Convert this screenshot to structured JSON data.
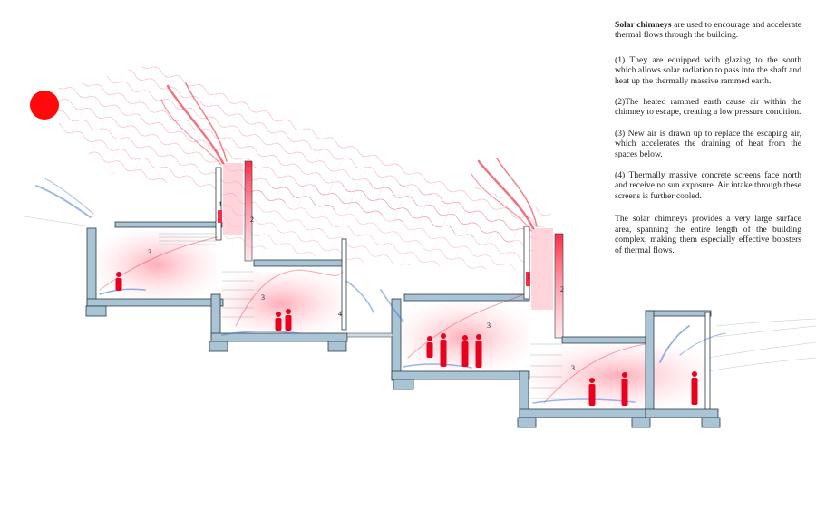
{
  "description": {
    "intro_title": "Solar chimneys",
    "intro_rest": " are used to encourage and accelerate thermal flows through the building.",
    "point1": "(1) They are equipped with glazing to the south which allows solar radiation to pass into the shaft and heat up the thermally massive rammed earth.",
    "point2": "(2)The heated rammed earth cause air within the chimney to escape, creating a low pressure condition.",
    "point3": "(3) New air is drawn up to replace the escaping air, which accelerates the draining of heat from the spaces below.",
    "point4": "(4) Thermally massive concrete screens face north and receive no sun exposure. Air intake through these screens is further cooled.",
    "summary": "The solar chimneys provides a very large surface area, spanning the entire length of the building complex, making them especially effective boosters of thermal flows."
  },
  "labels": {
    "one": "1",
    "two": "2",
    "three": "3",
    "four": "4"
  },
  "colors": {
    "sun": "#ff0a0a",
    "heat": "#e8001c",
    "cool": "#3a6fd8",
    "structure": "#a9c4d4",
    "structure_stroke": "#2d3a44"
  }
}
